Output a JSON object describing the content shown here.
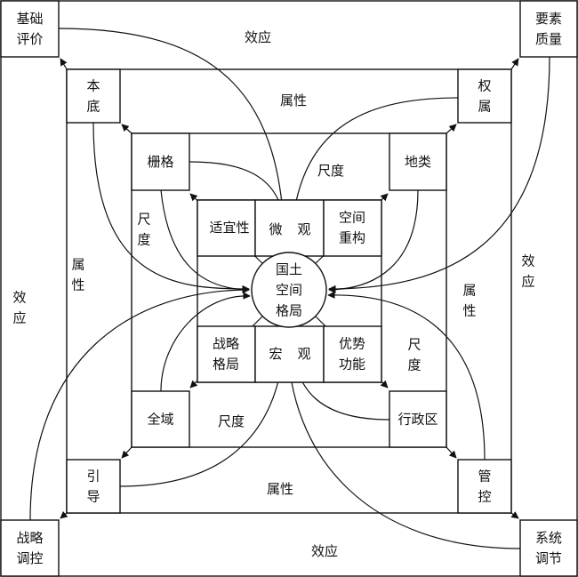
{
  "outer_corners": {
    "top_left": [
      "基础",
      "评价"
    ],
    "top_right": [
      "要素",
      "质量"
    ],
    "bottom_left": [
      "战略",
      "调控"
    ],
    "bottom_right": [
      "系统",
      "调节"
    ]
  },
  "outer_band_label": "效应",
  "second_corners": {
    "top_left": [
      "本",
      "底"
    ],
    "top_right": [
      "权",
      "属"
    ],
    "bottom_left": [
      "引",
      "导"
    ],
    "bottom_right": [
      "管",
      "控"
    ]
  },
  "second_band_label": "属性",
  "third_corners": {
    "top_left": [
      "栅格"
    ],
    "top_right": [
      "地类"
    ],
    "bottom_left": [
      "全域"
    ],
    "bottom_right": [
      "行政区"
    ]
  },
  "third_band_label": "尺度",
  "inner_cells": {
    "top_left": [
      "适宜性"
    ],
    "top_mid_left": "微",
    "top_mid_right": "观",
    "top_right": [
      "空间",
      "重构"
    ],
    "bottom_left": [
      "战略",
      "格局"
    ],
    "bottom_mid_left": "宏",
    "bottom_mid_right": "观",
    "bottom_right": [
      "优势",
      "功能"
    ]
  },
  "center": [
    "国土",
    "空间",
    "格局"
  ]
}
